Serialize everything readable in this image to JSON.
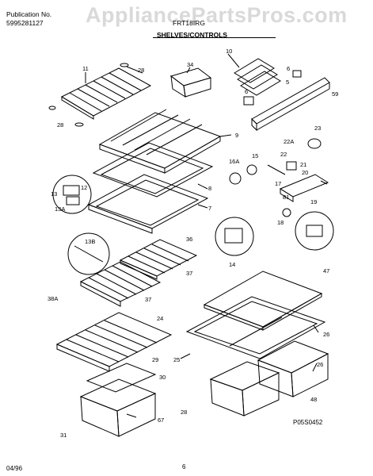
{
  "header": {
    "publication_label": "Publication No.",
    "publication_number": "5995281127",
    "watermark": "AppliancePartsPros.com",
    "model": "FRT18IRG",
    "section_title": "SHELVES/CONTROLS"
  },
  "footer": {
    "date": "04/96",
    "page": "6",
    "drawing_code": "P05S0452"
  },
  "part_labels": [
    "11",
    "28",
    "34",
    "10",
    "6",
    "5",
    "59",
    "6",
    "28",
    "9",
    "23",
    "22A",
    "15",
    "22",
    "21",
    "16A",
    "20",
    "8",
    "17",
    "81",
    "19",
    "13",
    "12",
    "13A",
    "7",
    "18",
    "13B",
    "36",
    "14",
    "47",
    "37",
    "38A",
    "37",
    "24",
    "26",
    "25",
    "29",
    "30",
    "26",
    "48",
    "67",
    "28",
    "31"
  ]
}
